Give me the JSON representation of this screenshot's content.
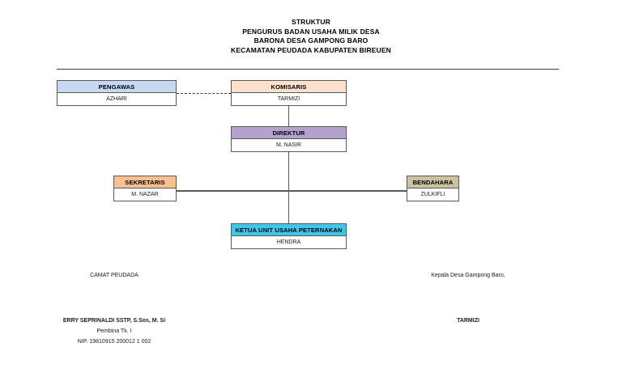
{
  "title": {
    "line1": "STRUKTUR",
    "line2": "PENGURUS BADAN USAHA MILIK DESA",
    "line3": "BARONA DESA GAMPONG BARO",
    "line4": "KECAMATAN PEUDADA KABUPATEN BIREUEN"
  },
  "nodes": {
    "pengawas": {
      "role": "PENGAWAS",
      "name": "AZHARI",
      "color": "#c5d9f1"
    },
    "komisaris": {
      "role": "KOMISARIS",
      "name": "TARMIZI",
      "color": "#fbe0cb"
    },
    "direktur": {
      "role": "DIREKTUR",
      "name": "M. NASIR",
      "color": "#b3a2ce"
    },
    "sekretaris": {
      "role": "SEKRETARIS",
      "name": "M. NAZAR",
      "color": "#fac090"
    },
    "bendahara": {
      "role": "BENDAHARA",
      "name": "ZULKIFLI",
      "color": "#ccc2a0"
    },
    "ketua_unit": {
      "role": "KETUA UNIT USAHA PETERNAKAN",
      "name": "HENDRA",
      "color": "#3fc6e8"
    }
  },
  "signatures": {
    "left": {
      "role": "CAMAT PEUDADA",
      "name": "ERRY SEPRINALDI SSTP, S.Sos, M. Si",
      "rank": "Pembina Tk. I",
      "nip": "NIP. 19810915 200012 1 002"
    },
    "right": {
      "role": "Kepala Desa Gampong Baro,",
      "name": "TARMIZI"
    }
  }
}
